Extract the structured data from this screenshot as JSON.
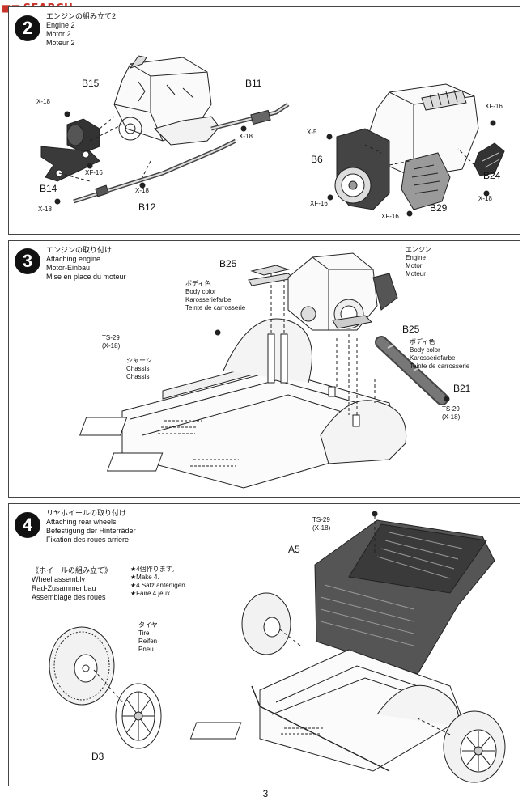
{
  "watermark": {
    "text": "SEARCH"
  },
  "step2": {
    "number": "2",
    "titles": [
      "エンジンの組み立て2",
      "Engine 2",
      "Motor 2",
      "Moteur 2"
    ],
    "parts": {
      "b15": "B15",
      "b11": "B11",
      "b14": "B14",
      "b12": "B12",
      "b6": "B6",
      "b24": "B24",
      "b29": "B29"
    },
    "screws": {
      "x18": "X-18",
      "xf16": "XF-16",
      "x5": "X-5"
    }
  },
  "step3": {
    "number": "3",
    "titles": [
      "エンジンの取り付け",
      "Attaching engine",
      "Motor-Einbau",
      "Mise en place du moteur"
    ],
    "parts": {
      "b25": "B25",
      "b21": "B21"
    },
    "body_color": [
      "ボディ色",
      "Body color",
      "Karosseriefarbe",
      "Teinte de carrosserie"
    ],
    "body_color_right": [
      "ボディ色",
      "Body color",
      "Karosseriefarbe",
      "Teinte de carrosserie"
    ],
    "engine_note": [
      "エンジン",
      "Engine",
      "Motor",
      "Moteur"
    ],
    "chassis_note": [
      "シャーシ",
      "Chassis",
      "Chassis"
    ],
    "ts29": [
      "TS-29",
      "(X-18)"
    ]
  },
  "step4": {
    "number": "4",
    "titles": [
      "リヤホイールの取り付け",
      "Attaching rear wheels",
      "Befestigung der Hinterräder",
      "Fixation des roues arriere"
    ],
    "wheel_assembly": [
      "《ホイールの組み立て》",
      "Wheel assembly",
      "Rad-Zusammenbau",
      "Assemblage des roues"
    ],
    "make4": [
      "★4個作ります。",
      "★Make 4.",
      "★4 Satz anfertigen.",
      "★Faire 4 jeux."
    ],
    "tire_note": [
      "タイヤ",
      "Tire",
      "Reifen",
      "Pneu"
    ],
    "parts": {
      "a5": "A5",
      "d3": "D3"
    },
    "ts29": [
      "TS-29",
      "(X-18)"
    ]
  },
  "page_number": "3"
}
